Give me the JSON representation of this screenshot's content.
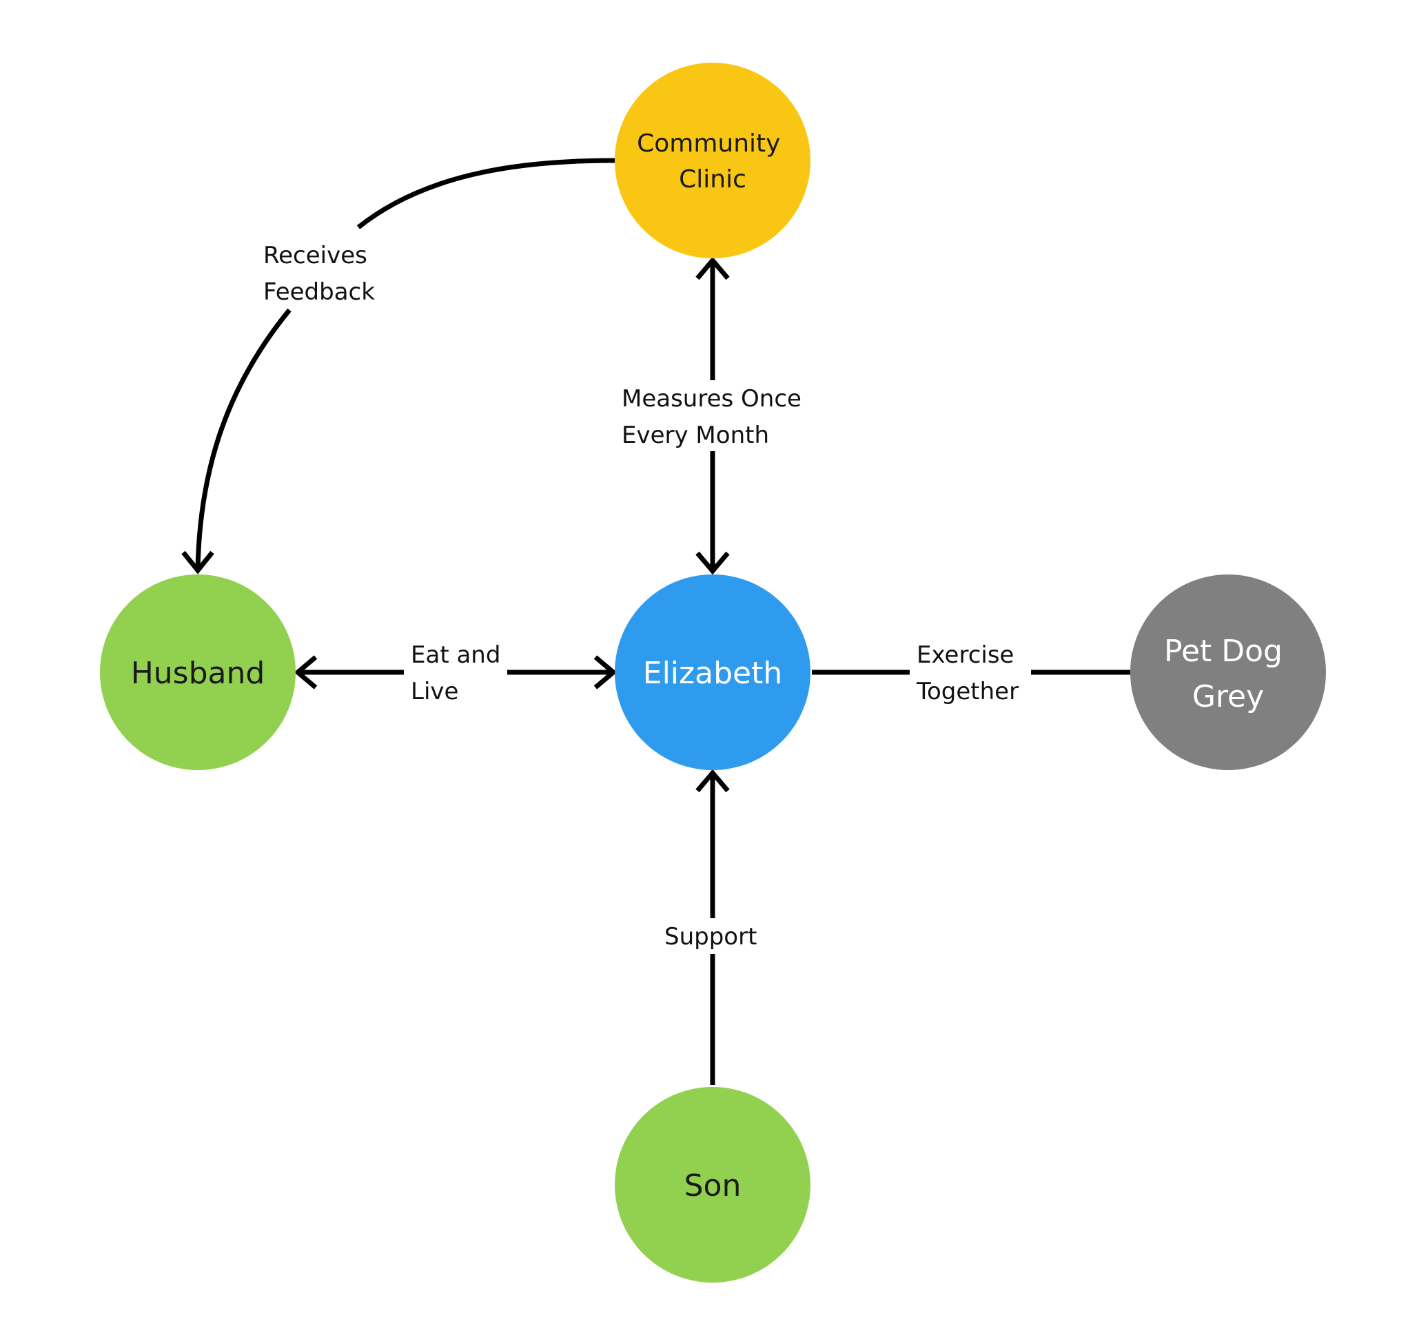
{
  "nodes": {
    "clinic": {
      "lines": [
        "Community",
        "Clinic"
      ],
      "fill": "#F9C613",
      "text_color": "#1a1a1a"
    },
    "elizabeth": {
      "lines": [
        "Elizabeth"
      ],
      "fill": "#2E9BEE",
      "text_color": "#ffffff"
    },
    "husband": {
      "lines": [
        "Husband"
      ],
      "fill": "#92D050",
      "text_color": "#1a1a1a"
    },
    "dog": {
      "lines": [
        "Pet Dog",
        "Grey"
      ],
      "fill": "#808080",
      "text_color": "#ffffff"
    },
    "son": {
      "lines": [
        "Son"
      ],
      "fill": "#92D050",
      "text_color": "#1a1a1a"
    }
  },
  "edges": {
    "clinic_husband": {
      "lines": [
        "Receives",
        "Feedback"
      ]
    },
    "clinic_elizabeth": {
      "lines": [
        "Measures Once",
        "Every Month"
      ]
    },
    "husband_elizabeth": {
      "lines": [
        "Eat and",
        "Live"
      ]
    },
    "elizabeth_dog": {
      "lines": [
        "Exercise",
        "Together"
      ]
    },
    "son_elizabeth": {
      "lines": [
        "Support"
      ]
    }
  }
}
